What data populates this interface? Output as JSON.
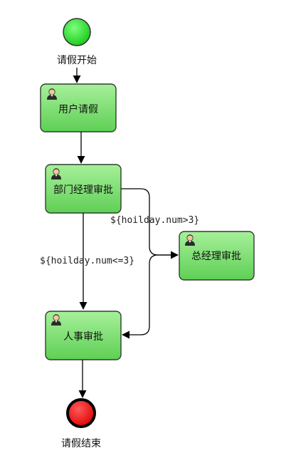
{
  "process": {
    "start_event": {
      "label": "请假开始",
      "color": "#22dd22"
    },
    "end_event": {
      "label": "请假结束",
      "color": "#ee1111"
    },
    "tasks": {
      "user_request": {
        "label": "用户请假",
        "icon": "user-icon"
      },
      "dept_manager": {
        "label": "部门经理审批",
        "icon": "user-icon"
      },
      "general_manager": {
        "label": "总经理审批",
        "icon": "user-icon"
      },
      "hr": {
        "label": "人事审批",
        "icon": "user-icon"
      }
    },
    "conditions": {
      "gt3": "${hoilday.num>3}",
      "lte3": "${hoilday.num<=3}"
    },
    "colors": {
      "task_fill_top": "#a6f09a",
      "task_fill_bottom": "#5fcf55"
    }
  }
}
